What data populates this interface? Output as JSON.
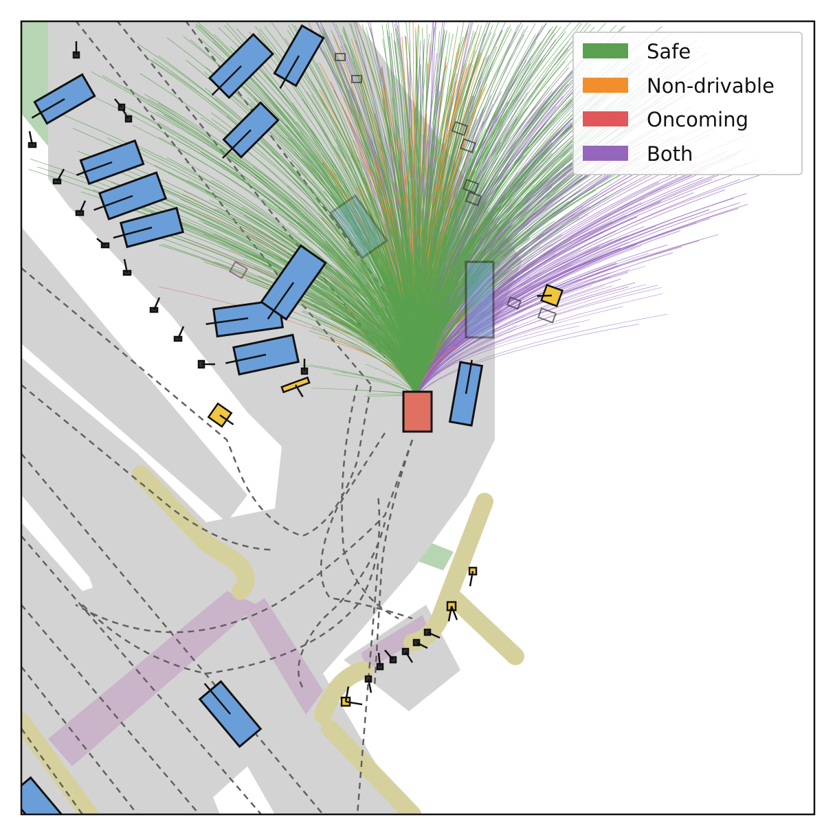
{
  "figure": {
    "legend": {
      "entries": [
        {
          "label": "Safe",
          "color": "#59a14f"
        },
        {
          "label": "Non-drivable",
          "color": "#f28e2b"
        },
        {
          "label": "Oncoming",
          "color": "#e15759"
        },
        {
          "label": "Both",
          "color": "#9467bd"
        }
      ]
    },
    "colors": {
      "road": "#d3d3d3",
      "sidewalk": "#d6d19c",
      "crosswalk": "#c9b0c8",
      "green_area": "#b5d5b3",
      "vehicle": "#6a9ed9",
      "ego_vehicle": "#e07060",
      "pedestrian_highlight": "#f0c640",
      "lane_line": "#606060"
    }
  }
}
